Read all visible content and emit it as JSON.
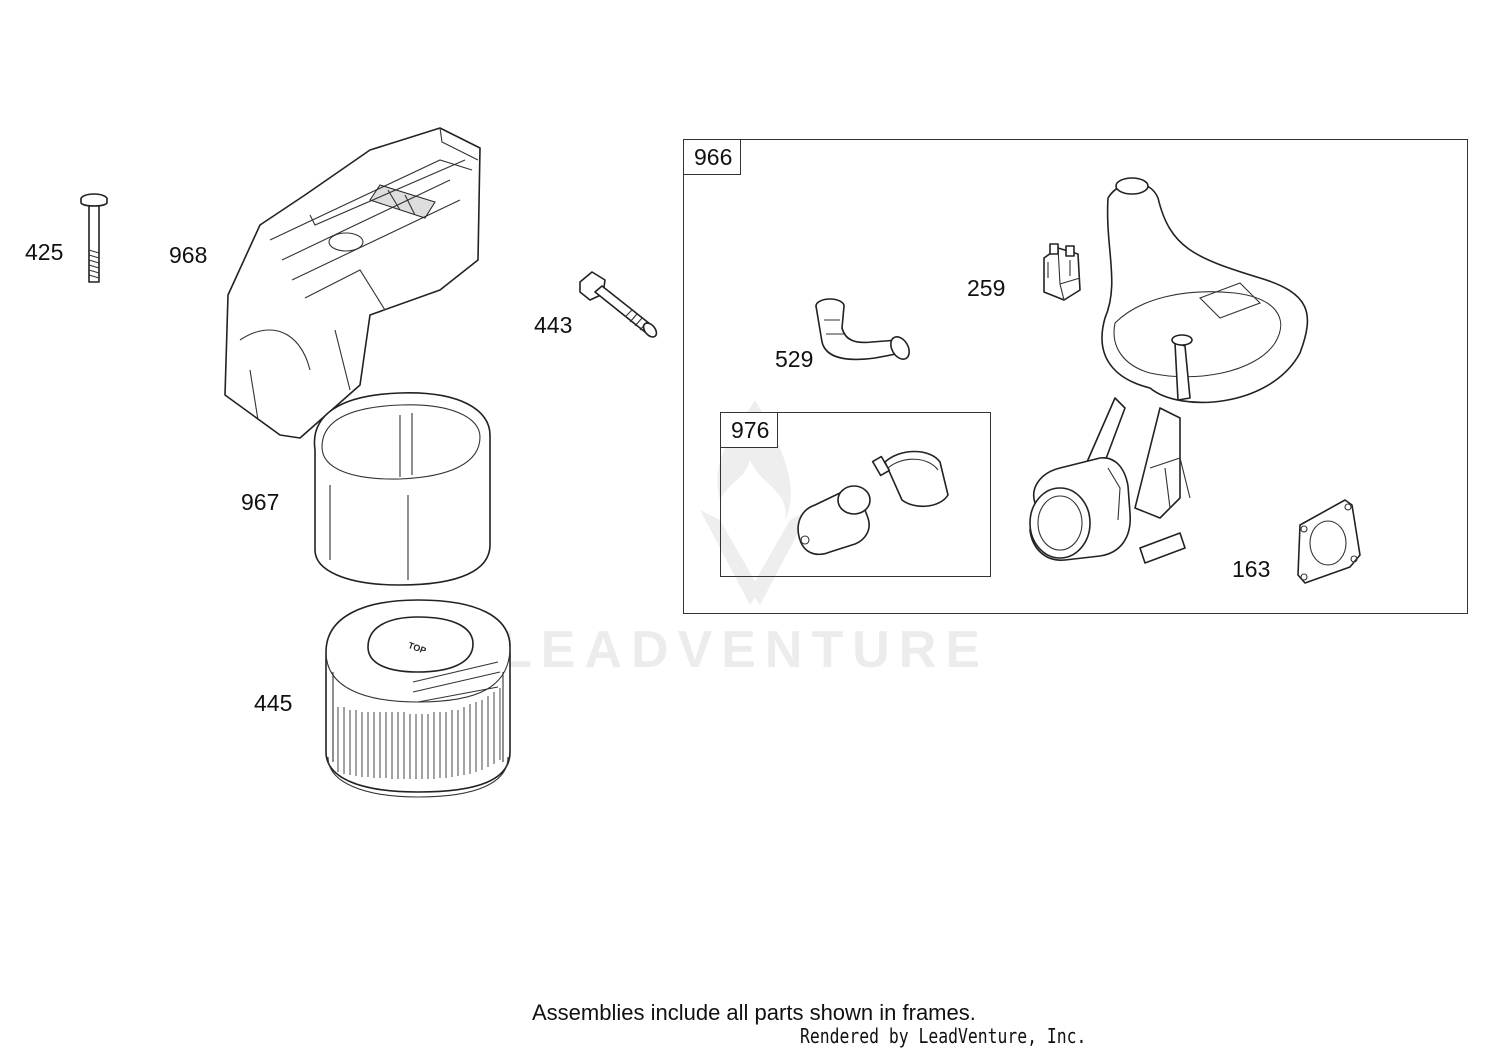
{
  "labels": {
    "p425": "425",
    "p968": "968",
    "p443": "443",
    "p967": "967",
    "p445": "445",
    "p259": "259",
    "p529": "529",
    "p976": "976",
    "p966": "966",
    "p163": "163"
  },
  "filter_text": "TOP",
  "watermark": "LEADVENTURE",
  "footer_note": "Assemblies include all parts shown in frames.",
  "render_credit": "Rendered by LeadVenture, Inc."
}
